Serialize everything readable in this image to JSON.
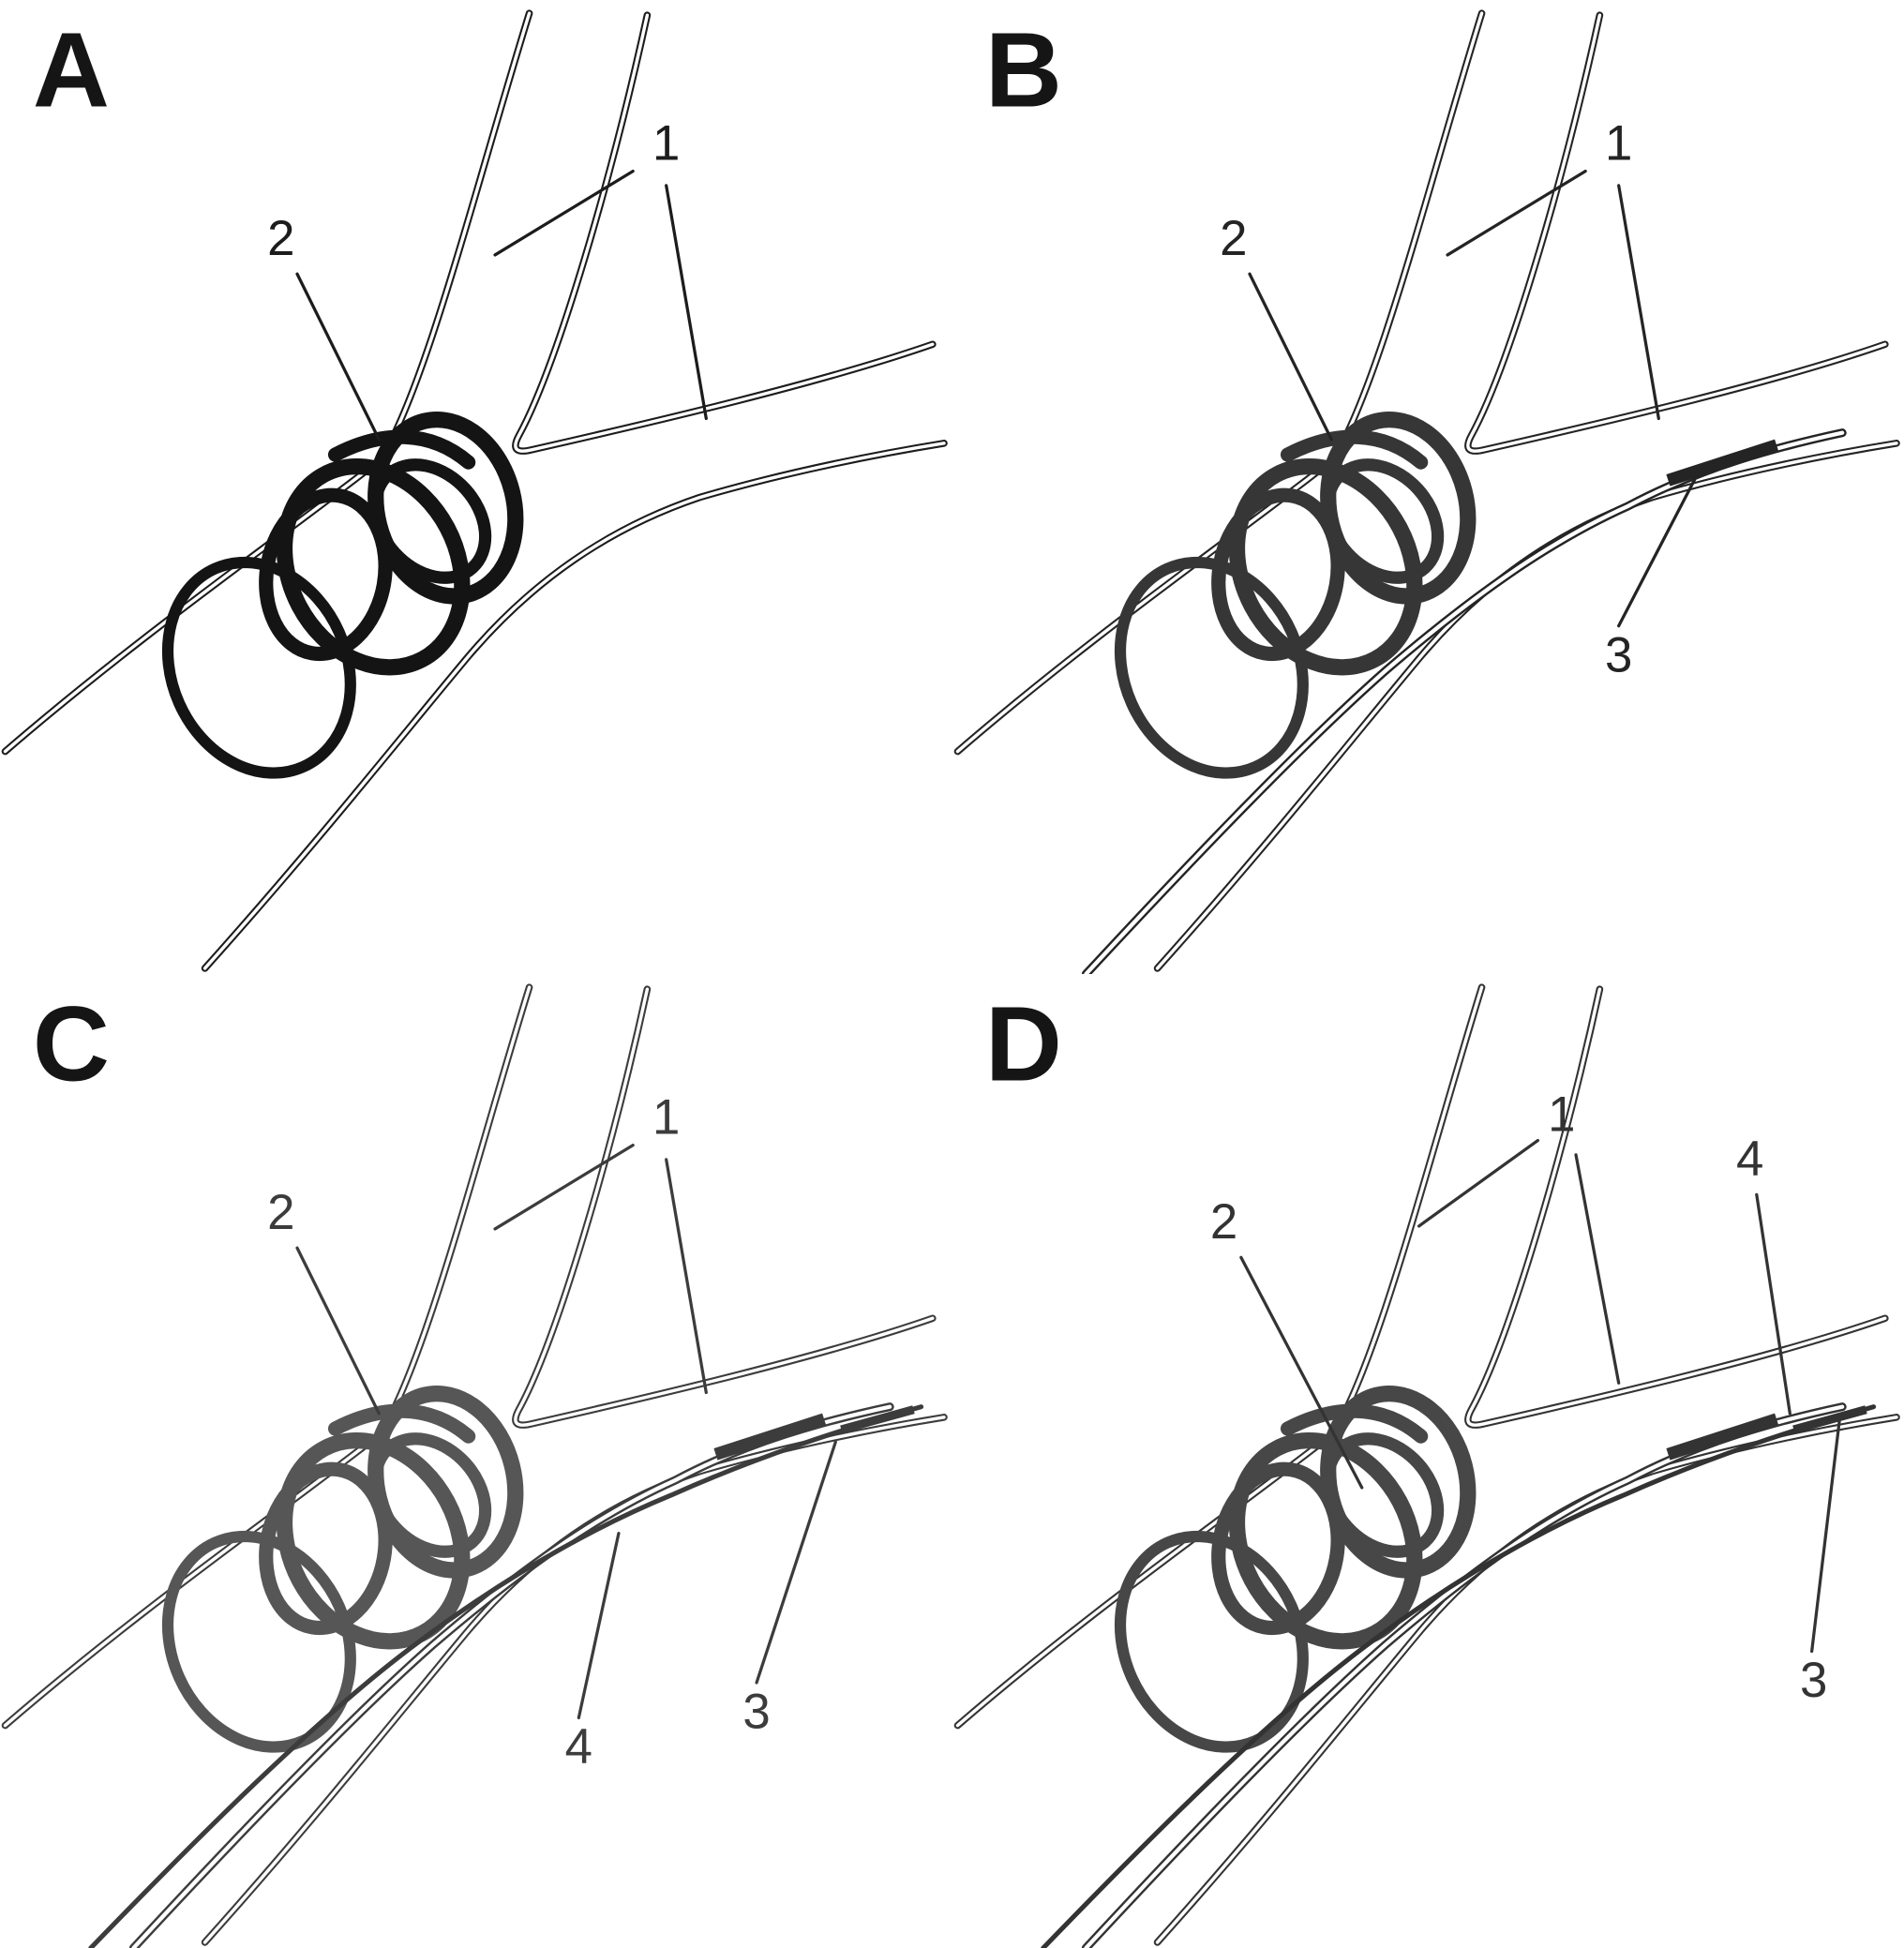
{
  "figure": {
    "type": "four-panel-line-drawing",
    "colors": {
      "paper": "#ffffff"
    },
    "panels": [
      {
        "letter": "A",
        "ink": "#1c1c1c",
        "coil_color": "#141414",
        "labels": {
          "n1": "1",
          "n2": "2"
        }
      },
      {
        "letter": "B",
        "ink": "#242424",
        "coil_color": "#363636",
        "labels": {
          "n1": "1",
          "n2": "2",
          "n3": "3"
        }
      },
      {
        "letter": "C",
        "ink": "#3c3c3c",
        "coil_color": "#565656",
        "labels": {
          "n1": "1",
          "n2": "2",
          "n3": "3",
          "n4": "4"
        }
      },
      {
        "letter": "D",
        "ink": "#333333",
        "coil_color": "#474747",
        "labels": {
          "n1": "1",
          "n2": "2",
          "n3": "3",
          "n4": "4"
        }
      }
    ]
  }
}
